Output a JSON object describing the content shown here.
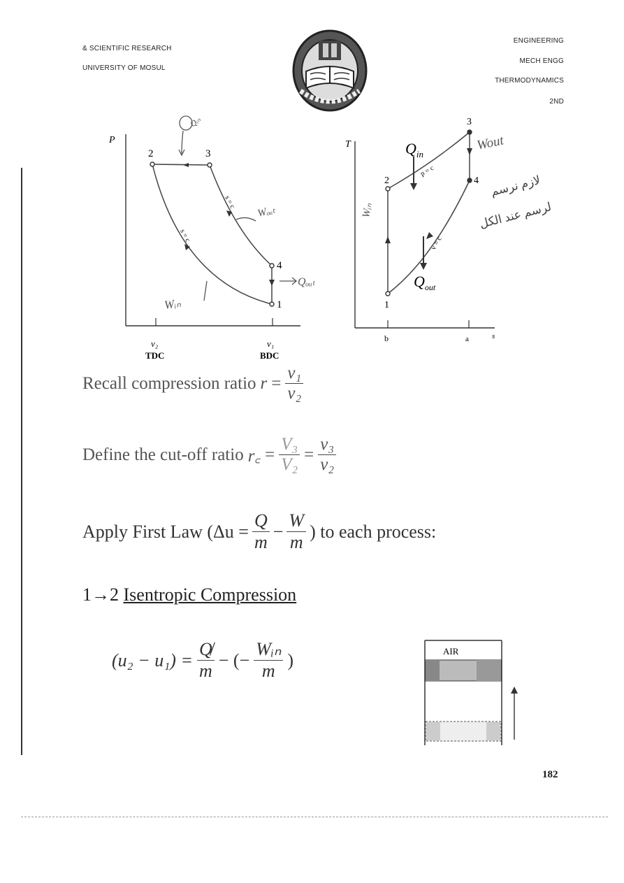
{
  "header": {
    "left_line1": "& SCIENTIFIC RESEARCH",
    "left_line2": "UNIVERSITY OF MOSUL",
    "right_line1": "ENGINEERING",
    "right_line2": "MECH ENGG",
    "right_line3": "THERMODYNAMICS",
    "right_line4": "2ND"
  },
  "pv_diagram": {
    "axis_p": "P",
    "pt2": "2",
    "pt3": "3",
    "pt4": "4",
    "pt1": "1",
    "v2": "v₂",
    "tdc": "TDC",
    "v1": "v₁",
    "bdc": "BDC",
    "s_label_a": "s = c",
    "s_label_b": "s = c",
    "hand_qin": "Qᵢₙ",
    "hand_wout": "Wₒᵤₜ",
    "hand_qout": "Qₒᵤₜ",
    "hand_win": "Wᵢₙ"
  },
  "ts_diagram": {
    "axis_t": "T",
    "axis_s": "s",
    "pt1": "1",
    "pt2": "2",
    "pt3": "3",
    "pt4": "4",
    "b": "b",
    "a": "a",
    "qin": "Q",
    "qin_sub": "in",
    "qout": "Q",
    "qout_sub": "out",
    "p_label": "p = c",
    "v_label": "v = c",
    "hand_wout": "Wout",
    "hand_left": "Wᵢₙ",
    "arabic_line1": "لازم نرسم",
    "arabic_line2": "الرسم عند الكل"
  },
  "text": {
    "recall_prefix": "Recall compression ratio",
    "r": "r",
    "r_num": "v₁",
    "r_den": "v₂",
    "define_prefix": "Define the cut-off ratio",
    "rc": "r꜀",
    "rc_num1": "V₃",
    "rc_den1": "V₂",
    "rc_num2": "v₃",
    "rc_den2": "v₂",
    "apply_prefix": "Apply First Law (Δu =",
    "apply_q": "Q",
    "apply_w": "W",
    "apply_m": "m",
    "apply_suffix": ") to each process:",
    "process_num": "1→2",
    "process_name": "Isentropic Compression",
    "eq_lhs": "(u₂ − u₁) =",
    "eq_q": "Q̸",
    "eq_m": "m",
    "eq_mid": "− (−",
    "eq_win": "Wᵢₙ",
    "eq_close": ")"
  },
  "piston": {
    "label": "AIR"
  },
  "footer": {
    "page_number": "182"
  }
}
